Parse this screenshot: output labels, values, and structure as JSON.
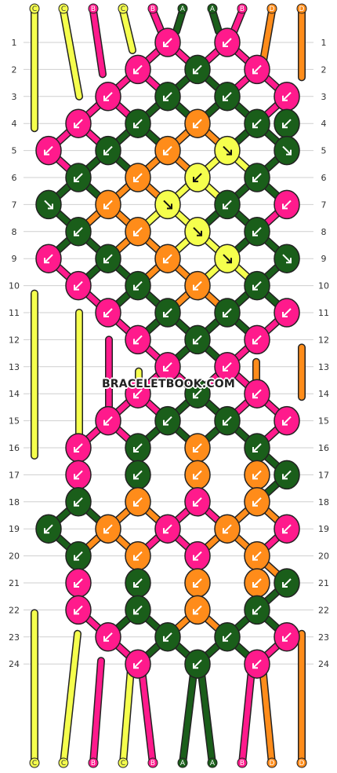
{
  "colors": {
    "A": "#1a5e1a",
    "B": "#ff1a8c",
    "C": "#f5ff4d",
    "D": "#ff8c1a",
    "grid": "#cfcfcf",
    "arrow": "#ffffff"
  },
  "top_labels": [
    "C",
    "C",
    "B",
    "C",
    "B",
    "A",
    "A",
    "B",
    "D",
    "D"
  ],
  "bottom_labels": [
    "C",
    "C",
    "B",
    "C",
    "B",
    "A",
    "A",
    "B",
    "D",
    "D"
  ],
  "row_numbers": [
    "1",
    "2",
    "3",
    "4",
    "5",
    "6",
    "7",
    "8",
    "9",
    "10",
    "11",
    "12",
    "13",
    "14",
    "15",
    "16",
    "17",
    "18",
    "19",
    "20",
    "21",
    "22",
    "23",
    "24"
  ],
  "watermark": "BRACELETBOOK.COM",
  "knot_rows": [
    [
      [
        "B",
        "d"
      ],
      [
        "B",
        "d"
      ]
    ],
    [
      [
        "B",
        "d"
      ],
      [
        "A",
        "d"
      ],
      [
        "B",
        "d"
      ]
    ],
    [
      [
        "B",
        "d"
      ],
      [
        "A",
        "d"
      ],
      [
        "A",
        "d"
      ],
      [
        "B",
        "d"
      ]
    ],
    [
      [
        "B",
        "d"
      ],
      [
        "A",
        "d"
      ],
      [
        "D",
        "d"
      ],
      [
        "A",
        "d"
      ],
      [
        "A",
        "d"
      ]
    ],
    [
      [
        "B",
        "d"
      ],
      [
        "A",
        "d"
      ],
      [
        "D",
        "d"
      ],
      [
        "C",
        "e"
      ],
      [
        "A",
        "e"
      ]
    ],
    [
      [
        "A",
        "d"
      ],
      [
        "D",
        "d"
      ],
      [
        "C",
        "d"
      ],
      [
        "A",
        "d"
      ]
    ],
    [
      [
        "A",
        "e"
      ],
      [
        "D",
        "d"
      ],
      [
        "C",
        "e"
      ],
      [
        "A",
        "d"
      ],
      [
        "B",
        "d"
      ]
    ],
    [
      [
        "A",
        "d"
      ],
      [
        "D",
        "d"
      ],
      [
        "C",
        "e"
      ],
      [
        "A",
        "d"
      ]
    ],
    [
      [
        "B",
        "d"
      ],
      [
        "A",
        "d"
      ],
      [
        "D",
        "d"
      ],
      [
        "C",
        "e"
      ],
      [
        "A",
        "e"
      ]
    ],
    [
      [
        "B",
        "d"
      ],
      [
        "A",
        "d"
      ],
      [
        "D",
        "d"
      ],
      [
        "A",
        "d"
      ]
    ],
    [
      [
        "B",
        "d"
      ],
      [
        "A",
        "d"
      ],
      [
        "A",
        "d"
      ],
      [
        "B",
        "d"
      ]
    ],
    [
      [
        "B",
        "d"
      ],
      [
        "A",
        "d"
      ],
      [
        "B",
        "d"
      ]
    ],
    [
      [
        "B",
        "d"
      ],
      [
        "B",
        "d"
      ]
    ],
    [
      [
        "B",
        "d"
      ],
      [
        "A",
        "d"
      ],
      [
        "B",
        "d"
      ]
    ],
    [
      [
        "B",
        "d"
      ],
      [
        "A",
        "d"
      ],
      [
        "A",
        "d"
      ],
      [
        "B",
        "d"
      ]
    ],
    [
      [
        "B",
        "d"
      ],
      [
        "A",
        "d"
      ],
      [
        "D",
        "d"
      ],
      [
        "A",
        "d"
      ]
    ],
    [
      [
        "B",
        "d"
      ],
      [
        "A",
        "d"
      ],
      [
        "D",
        "d"
      ],
      [
        "D",
        "d"
      ],
      [
        "A",
        "d"
      ]
    ],
    [
      [
        "A",
        "d"
      ],
      [
        "D",
        "d"
      ],
      [
        "B",
        "d"
      ],
      [
        "D",
        "d"
      ]
    ],
    [
      [
        "A",
        "d"
      ],
      [
        "D",
        "d"
      ],
      [
        "B",
        "d"
      ],
      [
        "D",
        "d"
      ],
      [
        "B",
        "d"
      ]
    ],
    [
      [
        "A",
        "d"
      ],
      [
        "D",
        "d"
      ],
      [
        "B",
        "d"
      ],
      [
        "D",
        "d"
      ]
    ],
    [
      [
        "B",
        "d"
      ],
      [
        "A",
        "d"
      ],
      [
        "D",
        "d"
      ],
      [
        "D",
        "d"
      ],
      [
        "A",
        "d"
      ]
    ],
    [
      [
        "B",
        "d"
      ],
      [
        "A",
        "d"
      ],
      [
        "D",
        "d"
      ],
      [
        "A",
        "d"
      ]
    ],
    [
      [
        "B",
        "d"
      ],
      [
        "A",
        "d"
      ],
      [
        "A",
        "d"
      ],
      [
        "B",
        "d"
      ]
    ],
    [
      [
        "B",
        "d"
      ],
      [
        "A",
        "d"
      ],
      [
        "B",
        "d"
      ]
    ]
  ]
}
